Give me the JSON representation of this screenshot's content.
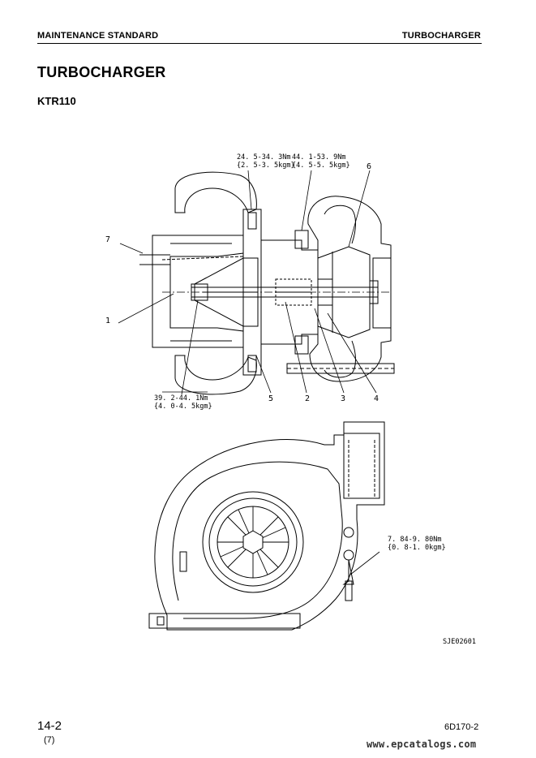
{
  "header": {
    "left": "MAINTENANCE STANDARD",
    "right": "TURBOCHARGER"
  },
  "title": "TURBOCHARGER",
  "subtitle": "KTR110",
  "drawing": {
    "torque_specs": [
      {
        "nm": "24. 5-34. 3Nm",
        "kgm": "{2. 5-3. 5kgm}"
      },
      {
        "nm": "44. 1-53. 9Nm",
        "kgm": "{4. 5-5. 5kgm}"
      },
      {
        "nm": "39. 2-44. 1Nm",
        "kgm": "{4. 0-4. 5kgm}"
      },
      {
        "nm": "7. 84-9. 80Nm",
        "kgm": "{0. 8-1. 0kgm}"
      }
    ],
    "callouts": [
      "1",
      "2",
      "3",
      "4",
      "5",
      "6",
      "7"
    ],
    "drawing_code": "SJE02601"
  },
  "footer": {
    "page_number": "14-2",
    "revision": "(7)",
    "model": "6D170-2",
    "watermark": "www.epcatalogs.com"
  }
}
